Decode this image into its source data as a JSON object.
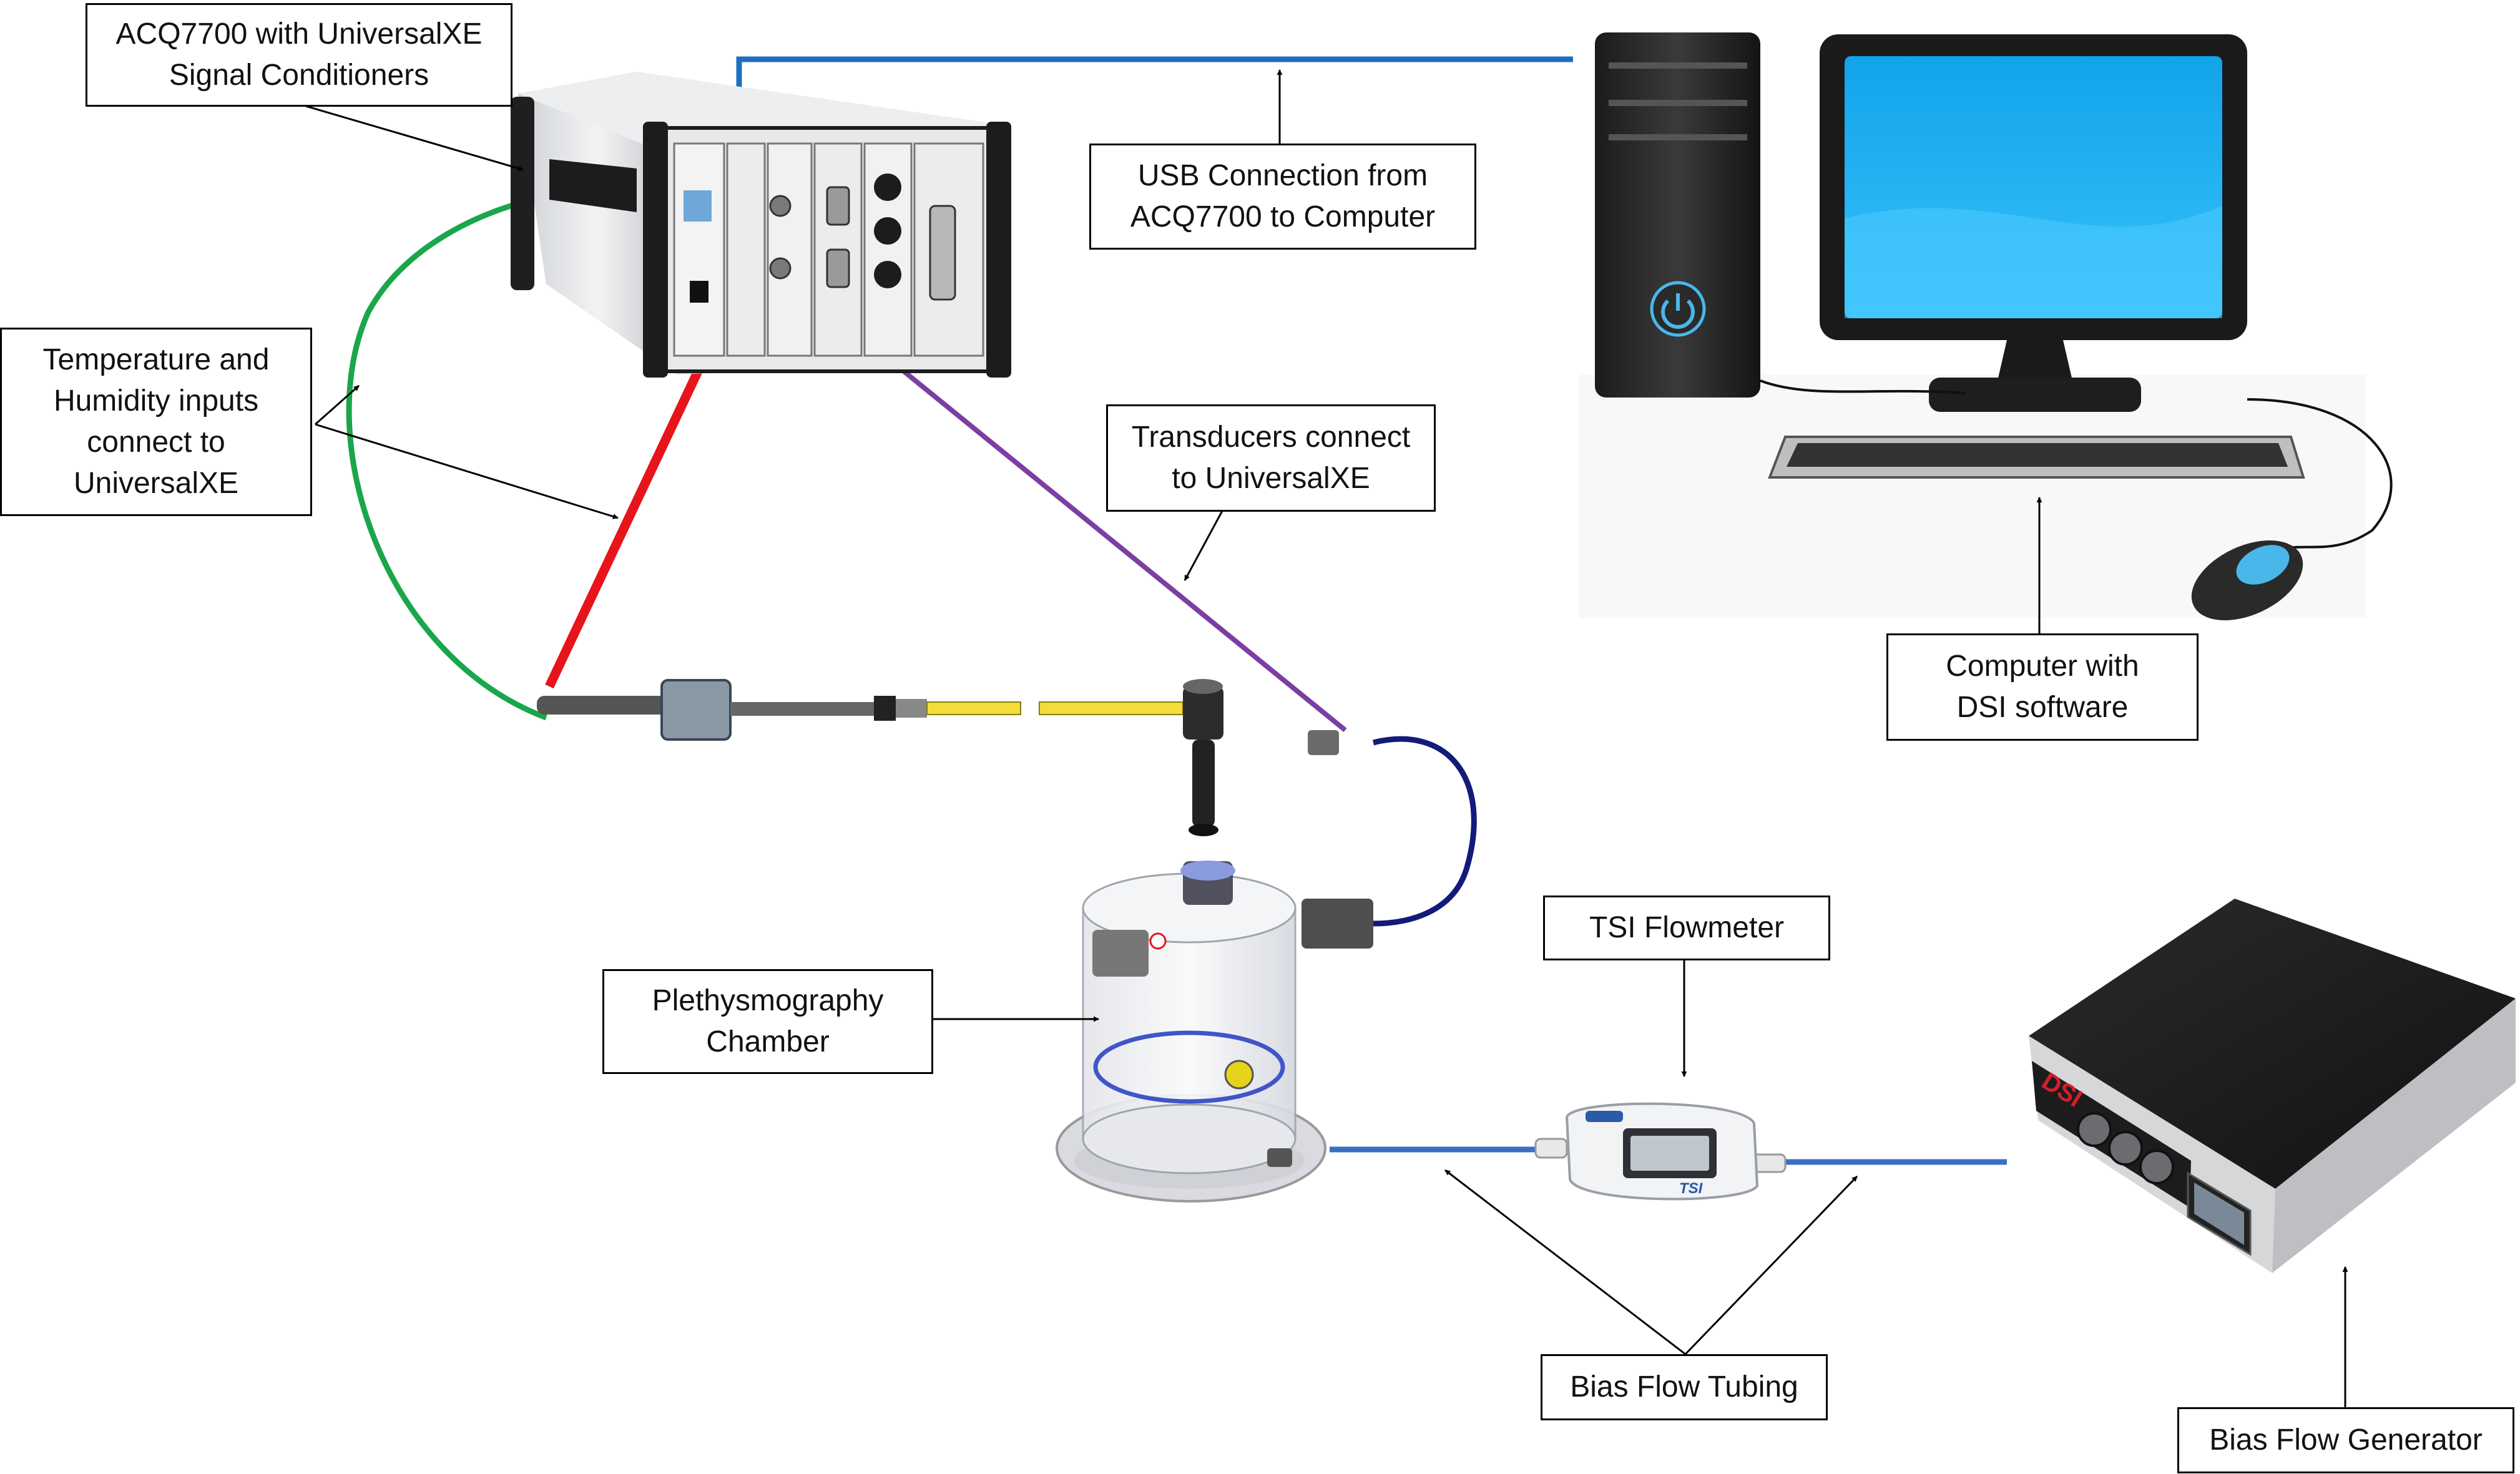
{
  "labels": {
    "acq": {
      "line1": "ACQ7700 with UniversalXE",
      "line2": "Signal Conditioners"
    },
    "usb": {
      "line1": "USB Connection from",
      "line2": "ACQ7700 to Computer"
    },
    "temp": {
      "line1": "Temperature and",
      "line2": "Humidity inputs",
      "line3": "connect to",
      "line4": "UniversalXE"
    },
    "transducers": {
      "line1": "Transducers connect",
      "line2": "to UniversalXE"
    },
    "computer": {
      "line1": "Computer with",
      "line2": "DSI software"
    },
    "tsi": {
      "line1": "TSI Flowmeter"
    },
    "pleth": {
      "line1": "Plethysmography",
      "line2": "Chamber"
    },
    "bias_tubing": {
      "line1": "Bias Flow Tubing"
    },
    "bias_generator": {
      "line1": "Bias Flow Generator"
    }
  },
  "device_text": {
    "flowmeter_brand": "TSI",
    "generator_brand": "DSI"
  },
  "colors": {
    "usb_cable": "#1f6fbf",
    "humidity_cable": "#1aa64a",
    "temperature_cable": "#e8141b",
    "transducer_cable": "#7b3fa3",
    "chamber_cable": "#141a7a",
    "bias_tubing": "#3b6fc4",
    "monitor_screen": "#19a9ee"
  }
}
